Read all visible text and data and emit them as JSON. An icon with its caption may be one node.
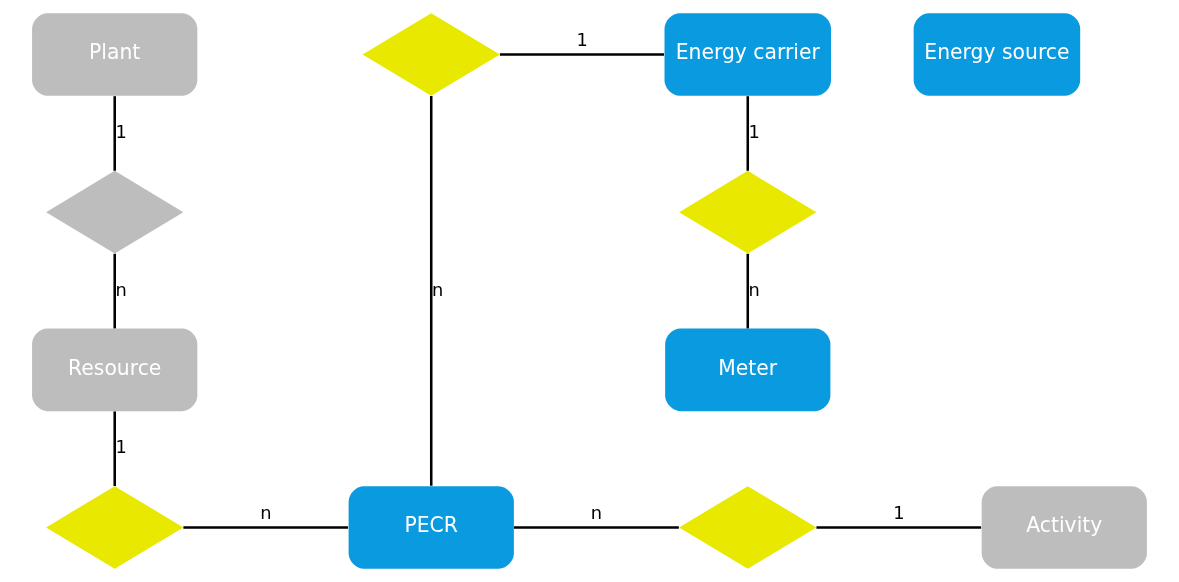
{
  "diagram": {
    "nodes": [
      {
        "text": [
          "Plant"
        ]
      },
      {
        "text": [],
        "shape": "diamond"
      },
      {
        "text": [
          "Energy carrier"
        ]
      },
      {
        "text": [
          "Energy source"
        ]
      },
      {
        "text": [],
        "shape": "diamond"
      },
      {
        "text": [],
        "shape": "diamond"
      },
      {
        "text": [
          "Resource"
        ]
      },
      {
        "text": [
          "Meter"
        ]
      },
      {
        "text": [],
        "shape": "diamond"
      },
      {
        "text": [
          "PECR"
        ]
      },
      {
        "text": [],
        "shape": "diamond"
      },
      {
        "text": [
          "Activity"
        ]
      }
    ],
    "edges": [
      {
        "from": 0,
        "to": 4,
        "arrow": "none",
        "label": "1"
      },
      {
        "from": 4,
        "to": 6,
        "arrow": "none",
        "label": "n"
      },
      {
        "from": 1,
        "to": 2,
        "arrow": "none",
        "label": "1"
      },
      {
        "from": 1,
        "to": 9,
        "arrow": "none",
        "label": "n"
      },
      {
        "from": 2,
        "to": 5,
        "arrow": "none",
        "label": "1"
      },
      {
        "from": 5,
        "to": 7,
        "arrow": "none",
        "label": "n"
      },
      {
        "from": 6,
        "to": 8,
        "arrow": "none",
        "label": "1"
      },
      {
        "from": 8,
        "to": 9,
        "arrow": "none",
        "label": "n"
      },
      {
        "from": 9,
        "to": 10,
        "arrow": "none",
        "label": "n"
      },
      {
        "from": 10,
        "to": 11,
        "arrow": "none",
        "label": "1"
      }
    ]
  }
}
